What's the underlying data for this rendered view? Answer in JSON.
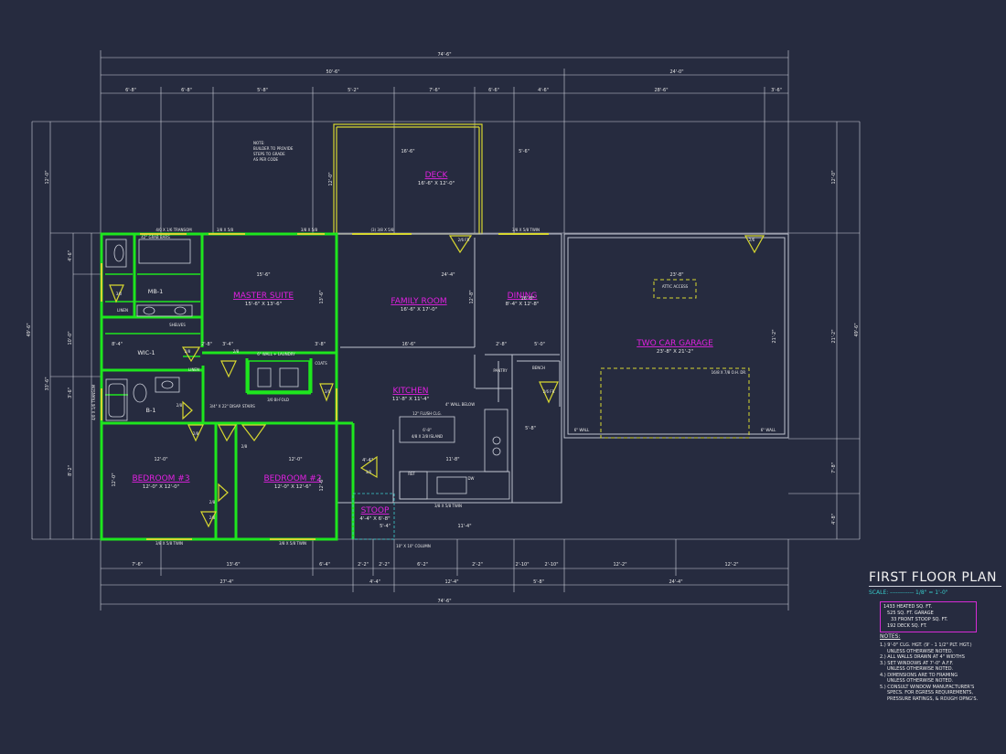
{
  "colors": {
    "background": "#262b3f",
    "lines": "#cfd2dc",
    "walls": "#1ee61e",
    "doors": "#e0e030",
    "labels": "#e020e0",
    "notes": "#37c9c9"
  },
  "overall": {
    "top": "74'-6\"",
    "bottom": "74'-6\"",
    "left": "49'-6\"",
    "right": "49'-6\""
  },
  "top_dims": {
    "row2": [
      "50'-6\"",
      "24'-0\""
    ],
    "row3": [
      "6'-8\"",
      "6'-8\"",
      "5'-8\"",
      "5'-2\"",
      "7'-6\"",
      "6'-6\"",
      "4'-6\"",
      "28'-6\"",
      "3'-6\""
    ]
  },
  "bottom_dims": {
    "row1": [
      "7'-6\"",
      "13'-6\"",
      "6'-4\"",
      "2'-2\"",
      "2'-2\"",
      "6'-2\"",
      "2'-2\"",
      "2'-10\"",
      "2'-10\"",
      "12'-2\"",
      "12'-2\""
    ],
    "row2": [
      "27'-4\"",
      "4'-4\"",
      "12'-4\"",
      "5'-8\"",
      "24'-4\""
    ]
  },
  "side_dims": {
    "left": [
      "12'-0\"",
      "4'-6\"",
      "10'-0\"",
      "33'-6\"",
      "3'-6\"",
      "8'-2\""
    ],
    "right": [
      "12'-0\"",
      "21'-2\"",
      "7'-8\"",
      "4'-8\""
    ]
  },
  "rooms": {
    "deck": {
      "name": "DECK",
      "size": "16'-6\" X 12'-0\""
    },
    "master_suite": {
      "name": "MASTER SUITE",
      "size": "15'-6\" X 13'-6\""
    },
    "family_room": {
      "name": "FAMILY ROOM",
      "size": "16'-6\" X 17'-0\""
    },
    "dining": {
      "name": "DINING",
      "size": "8'-4\" X 12'-8\""
    },
    "garage": {
      "name": "TWO CAR GARAGE",
      "size": "23'-8\" X 21'-2\""
    },
    "kitchen": {
      "name": "KITCHEN",
      "size": "11'-8\" X 11'-4\""
    },
    "bedroom3": {
      "name": "BEDROOM #3",
      "size": "12'-0\" X 12'-0\""
    },
    "bedroom2": {
      "name": "BEDROOM #2",
      "size": "12'-0\" X 12'-6\""
    },
    "stoop": {
      "name": "STOOP",
      "size": "4'-4\" X 6'-8\""
    }
  },
  "small_labels": {
    "mb1": "MB-1",
    "b1": "B-1",
    "wic1": "WIC-1",
    "linen1": "LINEN",
    "linen2": "LINEN",
    "shelves": "SHELVES",
    "pantry": "PANTRY",
    "bench": "BENCH",
    "coats": "COATS",
    "attic": "ATTIC ACCESS",
    "laundry": "6\" WALL + LAUNDRY",
    "bifold": "3/0 BI-FOLD",
    "stairs": "3/4\" X 22\" DISAP. STAIRS",
    "flush_ceiling": "12\" FLUSH CLG.",
    "island_size": "6'-8\"",
    "island": "4/8 X 2/8 ISLAND",
    "wall_below": "4\" WALL BELOW",
    "garage_door": "16/8 X 7/8 O.H. DR.",
    "column": "10\" X 10\" COLUMN",
    "ref": "REF",
    "dw": "DW",
    "grab_bars": "42\" GRAB BARS",
    "transom_top": "4/0 X 1/6 TRANSOM",
    "transom_side": "4/0 X 1/6 TRANSOM",
    "twin_top1": "3/8 X 5/8",
    "twin_top2": "3/8 X 5/8",
    "twin_top3": "(3) 3/8 X 5/8",
    "twin_top4": "3/8 X 5/8 TWIN",
    "twin_bot1": "3/8 X 5/8 TWIN",
    "twin_bot2": "3/8 X 5/8 TWIN",
    "stoop_win": "3/8 X 5/8 TWIN",
    "wall_6a": "6\" WALL",
    "wall_6b": "6\" WALL",
    "note_stoop1": "NOTE:",
    "note_stoop2": "BUILDER TO PROVIDE",
    "note_stoop3": "STEPS TO GRADE",
    "note_stoop4": "AS PER CODE"
  },
  "interior_dims": {
    "deck_a": "16'-6\"",
    "deck_b": "5'-6\"",
    "deck_side": "12'-0\"",
    "fam_width": "24'-4\"",
    "gar_width": "23'-8\"",
    "master_w": "15'-6\"",
    "master_h": "13'-6\"",
    "fam_h": "16'-6\"",
    "fam_v": "12'-8\"",
    "dim_168": "16'-8\"",
    "dim_28": "2'-8\"",
    "dim_50": "5'-0\"",
    "dim_118": "11'-8\"",
    "dim_58": "5'-8\"",
    "bed3_w": "12'-0\"",
    "bed2_w": "12'-0\"",
    "bed3_h": "12'-0\"",
    "bed2_h": "12'-6\"",
    "dim_34": "3'-4\"",
    "dim_28b": "2'-8\"",
    "dim_38": "3'-8\"",
    "dim_44": "4'-4\"",
    "dim_84": "8'-4\"",
    "stoop_w": "5'-4\"",
    "stoop_h": "11'-4\"",
    "gar_h": "21'-2\""
  },
  "doors": [
    "2/8",
    "2/8",
    "2/8",
    "2/8",
    "2/8",
    "2/8",
    "2/8",
    "3/0",
    "2/6 FR",
    "2/6",
    "2/6 FR",
    "3/0",
    "3/0"
  ],
  "title_block": {
    "title": "FIRST FLOOR PLAN",
    "scale": "SCALE: ------------ 1/8\" = 1'-0\"",
    "areas": [
      "1433 HEATED SQ. FT.",
      "525 SQ. FT. GARAGE",
      "33 FRONT STOOP SQ. FT.",
      "192 DECK SQ. FT."
    ],
    "notes_title": "NOTES:",
    "notes": [
      "1.) 9'-0\" CLG. HGT. (9' - 1 1/2\" PLT. HGT.)",
      "UNLESS OTHERWISE NOTED.",
      "2.) ALL WALLS DRAWN AT 4\" WIDTHS",
      "3.) SET WINDOWS AT 7'-0\" A.F.F.",
      "UNLESS OTHERWISE NOTED.",
      "4.) DIMENSIONS ARE TO FRAMING",
      "UNLESS OTHERWISE NOTED.",
      "5.) CONSULT WINDOW MANUFACTURER'S",
      "SPECS. FOR EGRESS REQUIREMENTS,",
      "PRESSURE RATINGS, & ROUGH OPNG'S."
    ]
  }
}
